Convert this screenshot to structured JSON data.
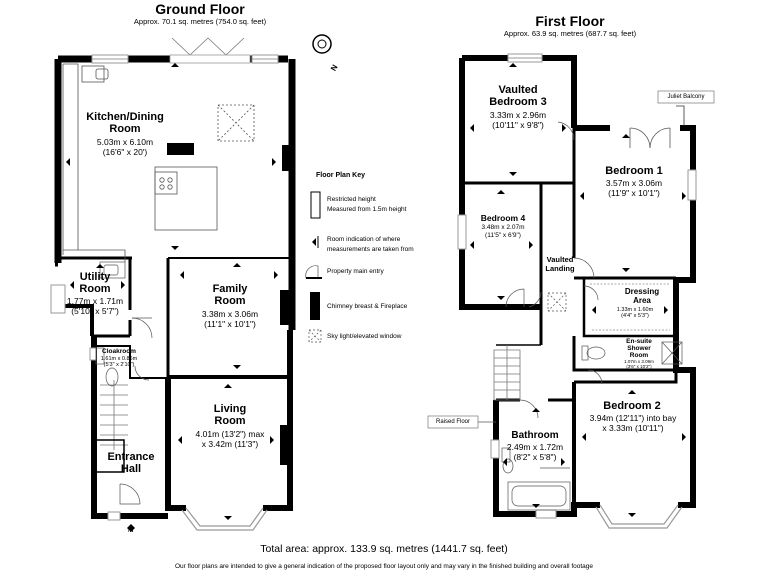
{
  "ground_floor": {
    "title": "Ground Floor",
    "area": "Approx. 70.1 sq. metres (754.0 sq. feet)",
    "rooms": {
      "kitchen": {
        "name_1": "Kitchen/Dining",
        "name_2": "Room",
        "dim_m": "5.03m x 6.10m",
        "dim_ft": "(16'6\" x 20')"
      },
      "utility": {
        "name_1": "Utility",
        "name_2": "Room",
        "dim_m": "1.77m x 1.71m",
        "dim_ft": "(5'10\" x 5'7\")"
      },
      "family": {
        "name_1": "Family",
        "name_2": "Room",
        "dim_m": "3.38m x 3.06m",
        "dim_ft": "(11'1\" x 10'1\")"
      },
      "cloakroom": {
        "name": "Cloakroom",
        "dim_m": "1.61m x 0.86m",
        "dim_ft": "(5'3\" x 2'10\")"
      },
      "living": {
        "name_1": "Living",
        "name_2": "Room",
        "dim_1": "4.01m (13'2\") max",
        "dim_2": "x 3.42m (11'3\")"
      },
      "hall": {
        "name_1": "Entrance",
        "name_2": "Hall"
      }
    },
    "entry_label": "IN"
  },
  "first_floor": {
    "title": "First Floor",
    "area": "Approx. 63.9 sq. metres (687.7 sq. feet)",
    "juliet_balcony": "Juliet Balcony",
    "raised_floor": "Raised Floor",
    "rooms": {
      "vaulted_bed3": {
        "name_1": "Vaulted",
        "name_2": "Bedroom 3",
        "dim_m": "3.33m x 2.96m",
        "dim_ft": "(10'11\" x 9'8\")"
      },
      "bed1": {
        "name": "Bedroom 1",
        "dim_m": "3.57m x 3.06m",
        "dim_ft": "(11'9\" x 10'1\")"
      },
      "bed4": {
        "name": "Bedroom 4",
        "dim_m": "3.48m x 2.07m",
        "dim_ft": "(11'5\" x 6'9\")"
      },
      "landing": {
        "name_1": "Vaulted",
        "name_2": "Landing"
      },
      "dressing": {
        "name_1": "Dressing",
        "name_2": "Area",
        "dim_m": "1.33m x 1.60m",
        "dim_ft": "(4'4\" x 5'3\")"
      },
      "ensuite": {
        "name_1": "En-suite",
        "name_2": "Shower",
        "name_3": "Room",
        "dim_m": "1.07m x 3.09m",
        "dim_ft": "(3'6\" x 10'2\")"
      },
      "bed2": {
        "name": "Bedroom 2",
        "dim_1": "3.94m (12'11\") into bay",
        "dim_2": "x 3.33m (10'11\")"
      },
      "bathroom": {
        "name": "Bathroom",
        "dim_m": "2.49m x 1.72m",
        "dim_ft": "(8'2\" x 5'8\")"
      }
    }
  },
  "key": {
    "title": "Floor Plan Key",
    "restricted_1": "Restricted height",
    "restricted_2": "Measured from 1.5m height",
    "indication_1": "Room indication of where",
    "indication_2": "measurements are taken from",
    "entry": "Property main entry",
    "chimney": "Chimney breast & Fireplace",
    "skylight": "Sky light/elevated window"
  },
  "compass_label": "N",
  "total_area": "Total area: approx. 133.9 sq. metres (1441.7 sq. feet)",
  "disclaimer": "Our floor plans are intended to give a general indication of the proposed floor layout only and may vary in the finished building and overall footage",
  "colors": {
    "wall": "#000000",
    "window": "#9a9a9a",
    "line": "#555555"
  }
}
